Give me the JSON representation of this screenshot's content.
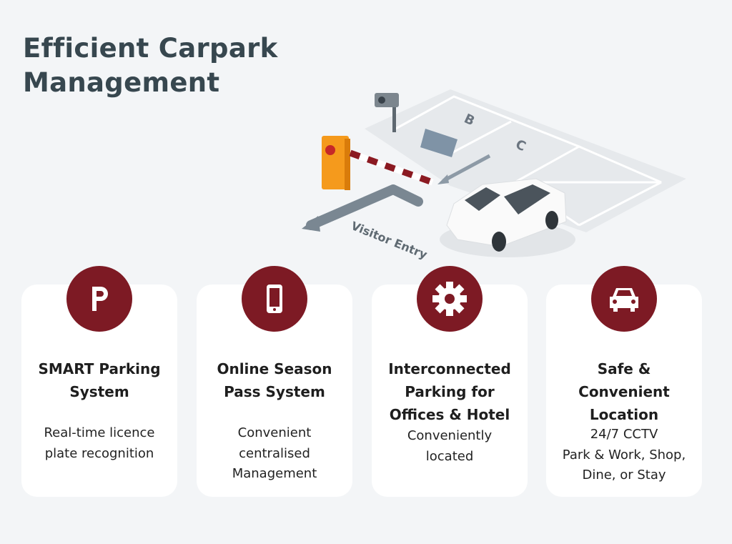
{
  "title": "Efficient Carpark\nManagement",
  "illustration": {
    "bay_labels": [
      "B",
      "C"
    ],
    "entry_label": "Visitor Entry"
  },
  "colors": {
    "accent": "#7d1a24",
    "title": "#37474f",
    "barrier": "#f59a1c"
  },
  "cards": [
    {
      "icon": "parking-icon",
      "title": "SMART Parking\nSystem",
      "body": "Real-time licence\nplate recognition"
    },
    {
      "icon": "smartphone-icon",
      "title": "Online Season\nPass System",
      "body": "Convenient\ncentralised\nManagement"
    },
    {
      "icon": "gear-icon",
      "title": "Interconnected\nParking for\nOffices & Hotel",
      "body": "Conveniently\nlocated"
    },
    {
      "icon": "car-icon",
      "title": "Safe &\nConvenient\nLocation",
      "body": "24/7 CCTV\nPark & Work, Shop,\nDine, or Stay"
    }
  ]
}
